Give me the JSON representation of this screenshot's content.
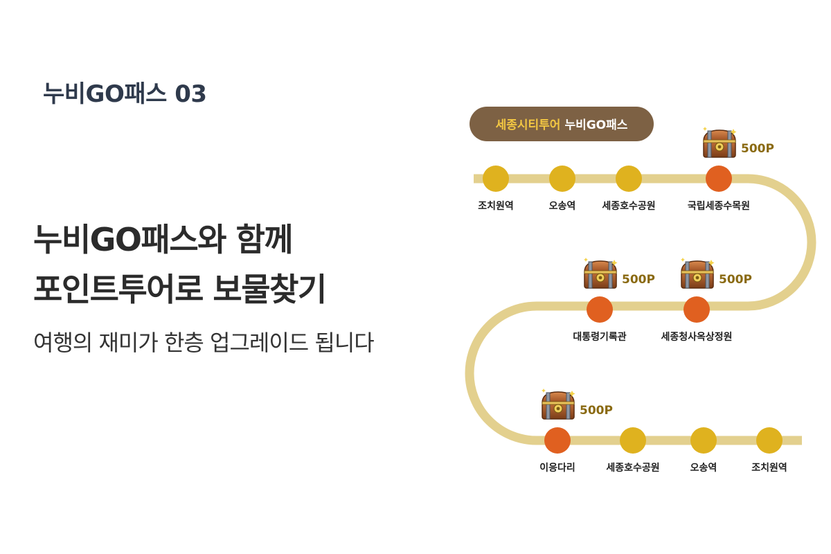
{
  "eyebrow": "누비GO패스 03",
  "headline": {
    "line1": "누비GO패스와 함께",
    "line2": "포인트투어로 보물찾기"
  },
  "subline": "여행의 재미가 한층 업그레이드 됩니다",
  "badge": {
    "part1": "세종시티투어",
    "part2": "누비GO패스"
  },
  "colors": {
    "track": "#e3d08e",
    "stop_regular": "#dfb21f",
    "stop_reward": "#e06020",
    "badge_bg": "#7d6144",
    "badge_accent": "#f3c742",
    "points_text": "#8a6a12"
  },
  "route": {
    "row1": [
      {
        "name": "조치원역",
        "reward": false
      },
      {
        "name": "오송역",
        "reward": false
      },
      {
        "name": "세종호수공원",
        "reward": false
      },
      {
        "name": "국립세종수목원",
        "reward": true,
        "points": "500P"
      }
    ],
    "row2": [
      {
        "name": "대통령기록관",
        "reward": true,
        "points": "500P"
      },
      {
        "name": "세종청사옥상정원",
        "reward": true,
        "points": "500P"
      }
    ],
    "row3": [
      {
        "name": "이응다리",
        "reward": true,
        "points": "500P"
      },
      {
        "name": "세종호수공원",
        "reward": false
      },
      {
        "name": "오송역",
        "reward": false
      },
      {
        "name": "조치원역",
        "reward": false
      }
    ]
  },
  "icons": {
    "reward": "treasure-chest-icon"
  }
}
